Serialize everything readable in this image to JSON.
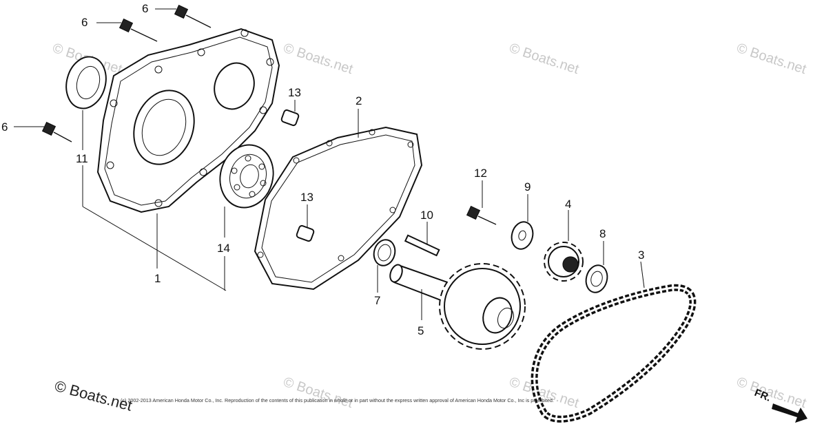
{
  "watermark": "© Boats.net",
  "brand": "© Boats.net",
  "copyright": "(c) 2002-2013 American Honda Motor Co., Inc. Reproduction of the contents of this publication in whole or in part without the express written approval of American Honda Motor Co., Inc is prohibited.",
  "front_indicator": "FR.",
  "callouts": {
    "c1": "1",
    "c2": "2",
    "c3": "3",
    "c4": "4",
    "c5": "5",
    "c6a": "6",
    "c6b": "6",
    "c6c": "6",
    "c7": "7",
    "c8": "8",
    "c9": "9",
    "c10": "10",
    "c11": "11",
    "c12": "12",
    "c13a": "13",
    "c13b": "13",
    "c14": "14"
  }
}
